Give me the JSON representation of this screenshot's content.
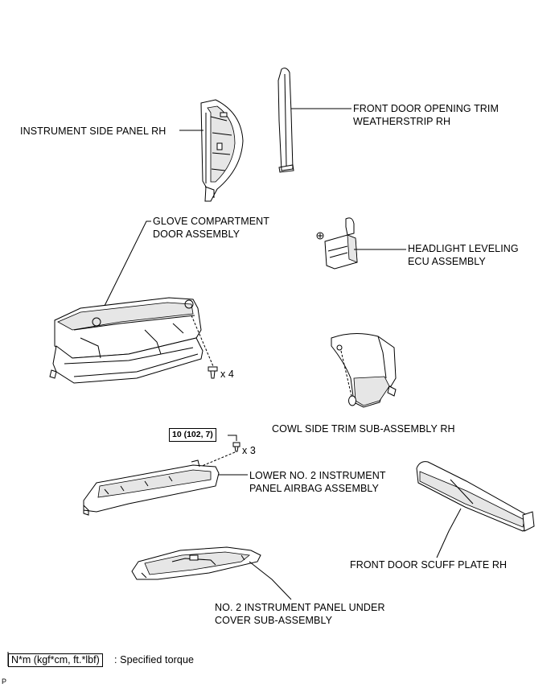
{
  "labels": {
    "instrument_side_panel": "INSTRUMENT SIDE PANEL RH",
    "front_door_trim_line1": "FRONT DOOR OPENING TRIM",
    "front_door_trim_line2": "WEATHERSTRIP RH",
    "glove_line1": "GLOVE COMPARTMENT",
    "glove_line2": "DOOR ASSEMBLY",
    "headlight_line1": "HEADLIGHT LEVELING",
    "headlight_line2": "ECU ASSEMBLY",
    "glove_qty": "x 4",
    "cowl_side_trim": "COWL SIDE TRIM SUB-ASSEMBLY RH",
    "torque_value": "10 (102, 7)",
    "airbag_qty": "x 3",
    "airbag_line1": "LOWER NO. 2 INSTRUMENT",
    "airbag_line2": "PANEL AIRBAG ASSEMBLY",
    "scuff_plate": "FRONT DOOR SCUFF PLATE RH",
    "under_cover_line1": "NO. 2 INSTRUMENT PANEL UNDER",
    "under_cover_line2": "COVER SUB-ASSEMBLY"
  },
  "legend": {
    "unit_box": "N*m (kgf*cm, ft.*lbf)",
    "description": ": Specified torque"
  },
  "corner_mark": "P"
}
